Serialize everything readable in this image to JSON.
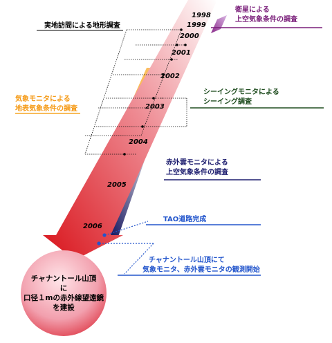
{
  "labels": {
    "site_survey": "実地訪問による地形調査",
    "satellite": [
      "衛星による",
      "上空気象条件の調査"
    ],
    "weather_monitor": [
      "気象モニタによる",
      "地表気象条件の調査"
    ],
    "seeing": [
      "シーイングモニタによる",
      "シーイング調査"
    ],
    "ir_cloud": [
      "赤外雲モニタによる",
      "上空気象条件の調査"
    ],
    "tao_road": "TAO道路完成",
    "summit_obs": [
      "チャナントール山頂にて",
      "気象モニタ、赤外雲モニタの観測開始"
    ],
    "circle": [
      "チャナントール山頂",
      "に",
      "口径１mの赤外線望遠鏡",
      "を建設"
    ]
  },
  "years": [
    "1998",
    "1999",
    "2000",
    "2001",
    "2002",
    "2003",
    "2004",
    "2005",
    "2006"
  ],
  "colors": {
    "red": "#e01a1a",
    "orange": "#f5a623",
    "navy": "#1c1c6e",
    "purple": "#7a1f7a",
    "green": "#1f4d1f",
    "blue": "#2255cc",
    "dark_red": "#cc1111"
  }
}
